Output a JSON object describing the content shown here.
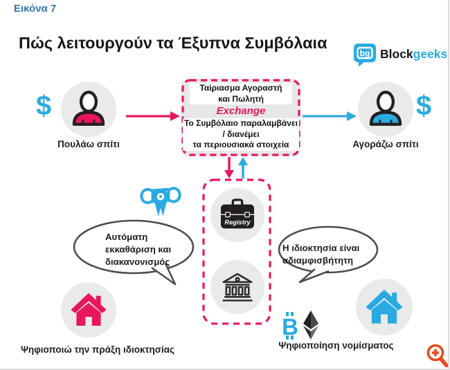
{
  "figure_label": "Εικόνα 7",
  "title": "Πώς λειτουργούν τα Έξυπνα Συμβόλαια",
  "logo": {
    "icon_text": "bg",
    "name_black": "Block",
    "name_blue": "geeks"
  },
  "seller": {
    "currency": "$",
    "label": "Πουλάω σπίτι"
  },
  "buyer": {
    "currency": "$",
    "label": "Αγοράζω σπίτι"
  },
  "exchange_box": {
    "lines_top": [
      "Ταίριασμα Αγοραστή",
      "και Πωλητή"
    ],
    "highlight": "Exchange",
    "lines_bottom": [
      "Το Συμβόλαιο παραλαμβάνει",
      "/ διανέμει",
      "τα περιουσιακά στοιχεία"
    ]
  },
  "registry": {
    "label": "Registry"
  },
  "bubbles": {
    "left": [
      "Αυτόματη",
      "εκκαθάριση και",
      "διακανονισμός"
    ],
    "right": [
      "Η ιδιοκτησία είναι",
      "αδιαμφισβήτητη"
    ]
  },
  "deed": {
    "label": "Ψηφιοποιώ την πράξη ιδιοκτησίας"
  },
  "currency_digitization": {
    "label": "Ψηφιοποίηση νομίσματος",
    "bitcoin_letter": "B"
  },
  "colors": {
    "pink": "#e8175d",
    "blue": "#29abe2",
    "dark_icon": "#231f20",
    "circle_gray": "#eaeaea",
    "figure_label_blue": "#2e75b6",
    "magnifier_orange": "#e8491f"
  }
}
